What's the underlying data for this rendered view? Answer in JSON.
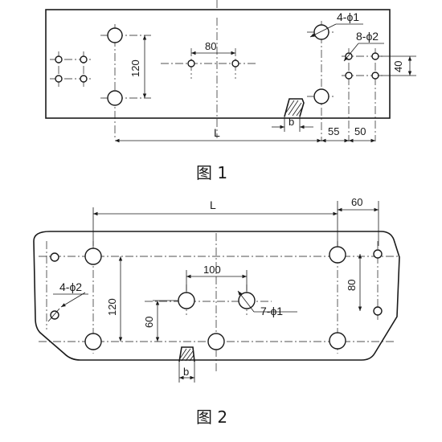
{
  "figure1": {
    "caption": "图 1",
    "labels": {
      "holes_large": "4-ϕ1",
      "holes_small": "8-ϕ2",
      "dim_120": "120",
      "dim_80": "80",
      "dim_40": "40",
      "dim_L": "L",
      "dim_55": "55",
      "dim_50": "50",
      "dim_b": "b"
    }
  },
  "figure2": {
    "caption": "图 2",
    "labels": {
      "dim_L": "L",
      "dim_60_top": "60",
      "dim_100": "100",
      "holes_small": "4-ϕ2",
      "holes_large": "7-ϕ1",
      "dim_120": "120",
      "dim_60_left": "60",
      "dim_80": "80",
      "dim_b": "b"
    }
  }
}
